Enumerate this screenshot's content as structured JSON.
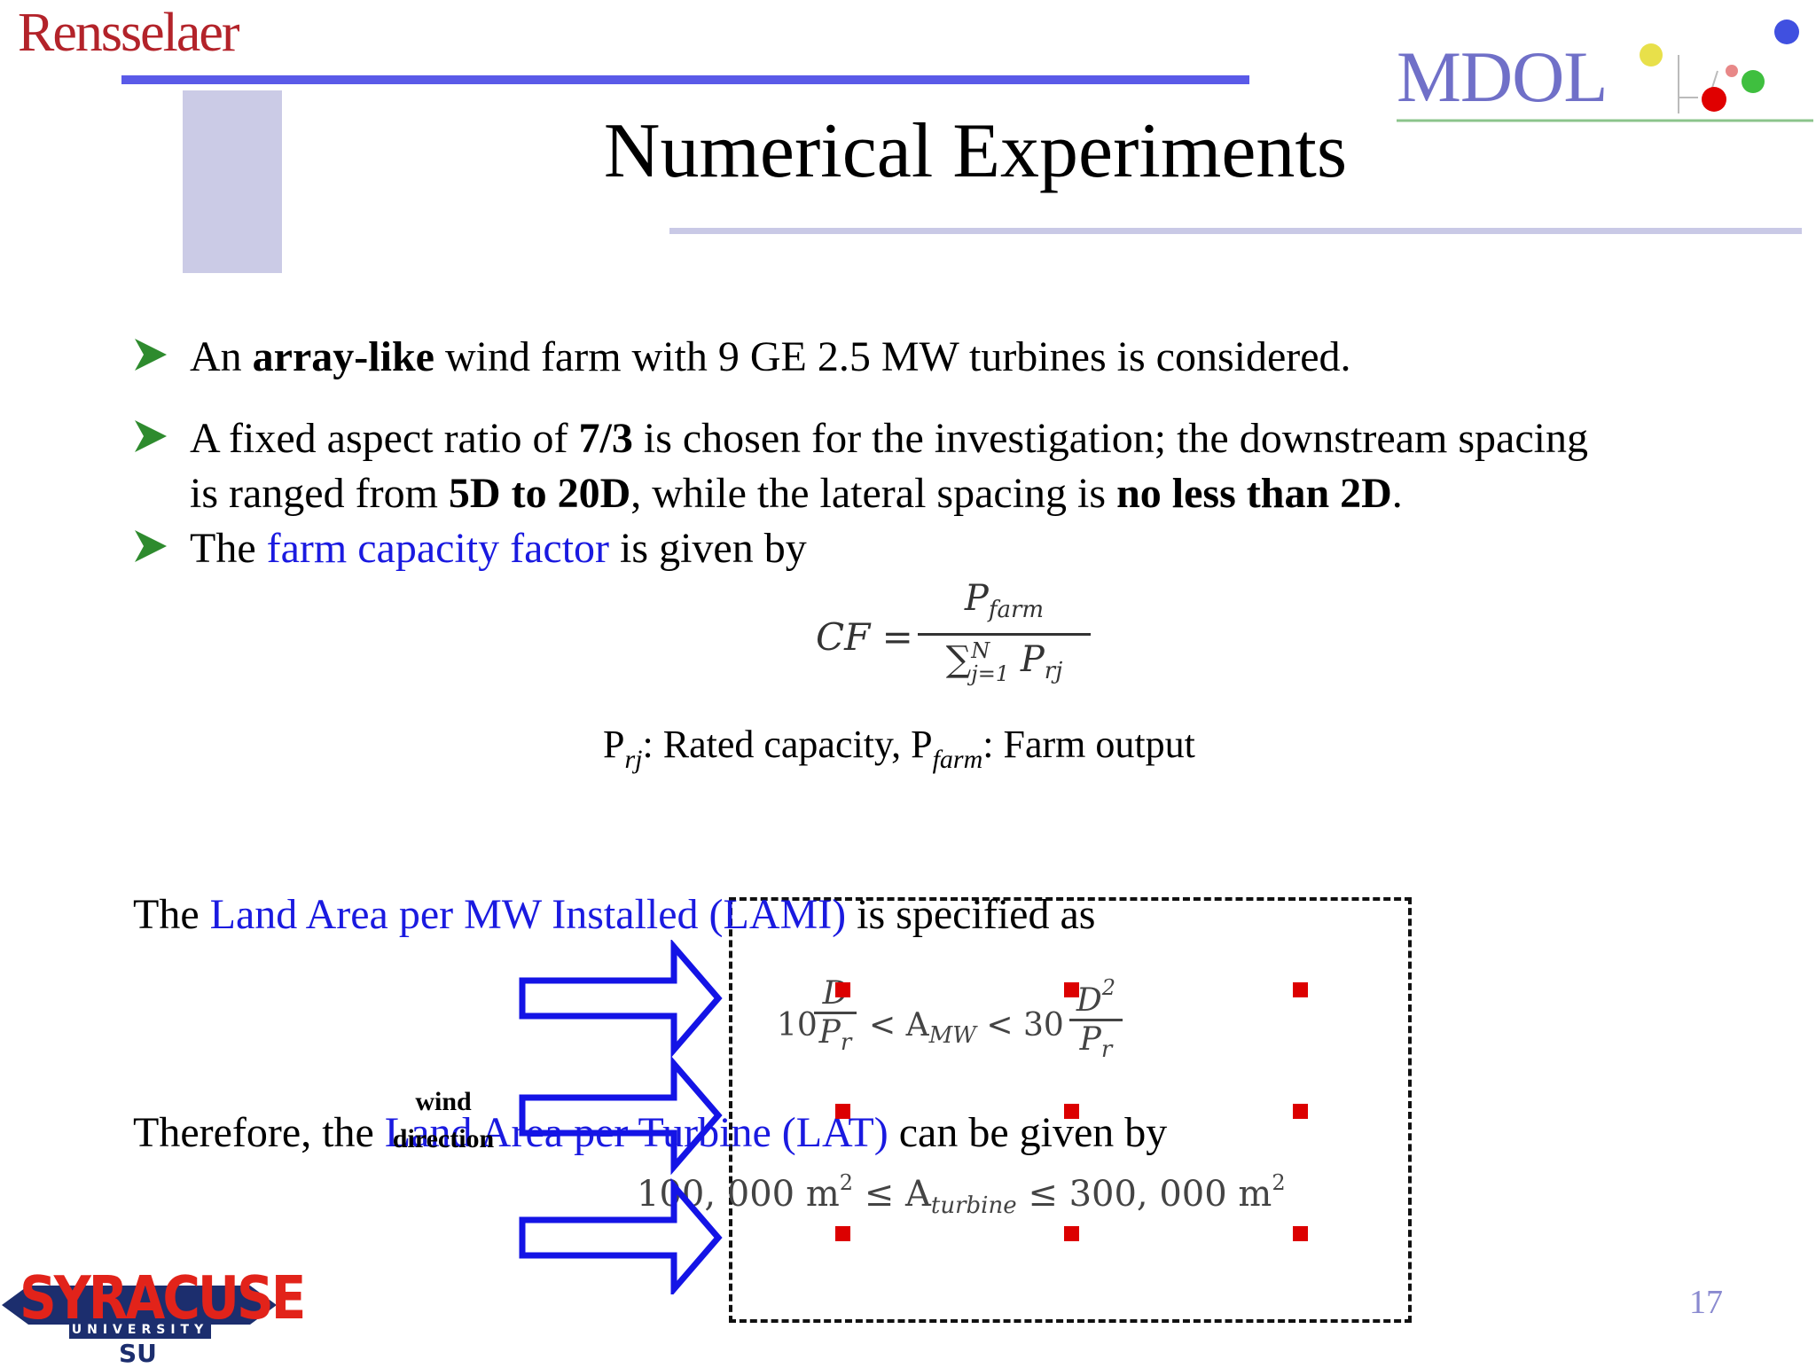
{
  "header": {
    "left_logo_text": "Rensselaer",
    "right_logo_text": "MDOL",
    "title": "Numerical Experiments"
  },
  "bullets": [
    {
      "parts": [
        "An ",
        "array-like",
        " wind farm with 9 GE 2.5 MW turbines is considered."
      ]
    },
    {
      "line1": [
        "A fixed aspect ratio of ",
        "7/3",
        " is chosen for the investigation; the downstream spacing"
      ],
      "line2": [
        "is ranged from ",
        "5D to 20D",
        ", while the lateral spacing is ",
        "no less than 2D",
        "."
      ]
    },
    {
      "parts": [
        "The ",
        "farm capacity factor",
        " is given by"
      ]
    }
  ],
  "cf_formula": {
    "lhs": "CF =",
    "numerator_symbol": "P",
    "numerator_sub": "farm",
    "denominator_sum": "∑",
    "sum_upper": "N",
    "sum_lower": "j=1",
    "denominator_symbol": "P",
    "denominator_sub": "rj"
  },
  "definitions": {
    "p1": "P",
    "p1_sub": "rj",
    "p1_desc": ": Rated capacity, ",
    "p2": "P",
    "p2_sub": "farm",
    "p2_desc": ": Farm output"
  },
  "lami": {
    "prefix": "The ",
    "link": "Land Area per MW Installed (LAMI)",
    "suffix": " is specified as"
  },
  "amw_formula": {
    "left_coef": "10",
    "left_num": "D",
    "left_den": "P",
    "left_den_sub": "r",
    "middle": "< A",
    "middle_sub": "MW",
    "middle_end": " < 30",
    "right_num": "D",
    "right_num_sup": "2",
    "right_den": "P",
    "right_den_sub": "r"
  },
  "lat": {
    "prefix": "Therefore, the ",
    "link": "Land Area per Turbine (LAT)",
    "suffix": " can be given by"
  },
  "lat_formula": {
    "left": "100, 000 m",
    "left_sup": "2",
    "middle": " ≤ A",
    "middle_sub": "turbine",
    "right": " ≤ 300, 000 m",
    "right_sup": "2"
  },
  "wind_label": {
    "line1": "wind",
    "line2": "direction"
  },
  "footer": {
    "logo_main": "SYRACUSE",
    "logo_sub": "UNIVERSITY",
    "logo_mark": "SU",
    "page_number": "17"
  },
  "colors": {
    "accent_blue": "#1a1ae0",
    "rule_blue": "#5a5ae8",
    "turbine_red": "#dc0000",
    "rensselaer_red": "#b3232a"
  }
}
